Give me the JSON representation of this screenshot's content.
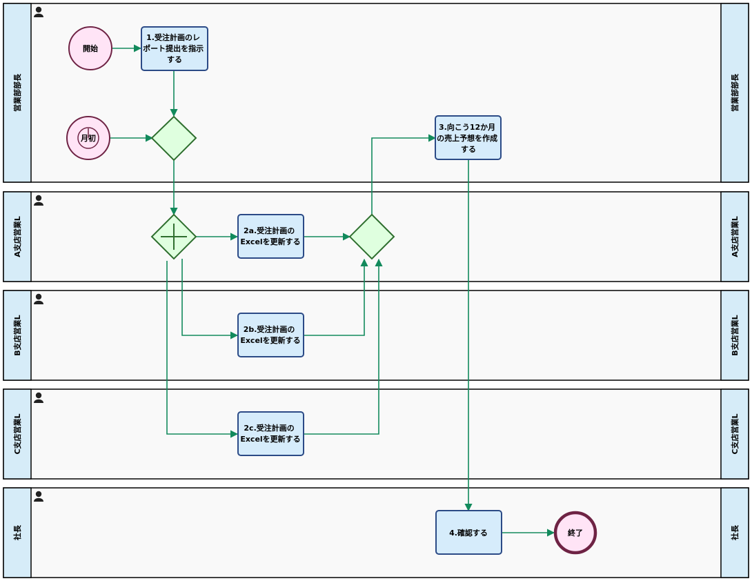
{
  "lanes": [
    {
      "id": "lane0",
      "name": "営業部部長"
    },
    {
      "id": "lane1",
      "name": "A支店営業L"
    },
    {
      "id": "lane2",
      "name": "B支店営業L"
    },
    {
      "id": "lane3",
      "name": "C支店営業L"
    },
    {
      "id": "lane4",
      "name": "社長"
    }
  ],
  "events": {
    "start": "開始",
    "timer": "月初",
    "end": "終了"
  },
  "tasks": {
    "t1": [
      "1.受注計画のレ",
      "ポート提出を指示",
      "する"
    ],
    "t2a": [
      "2a.受注計画の",
      "Excelを更新する"
    ],
    "t2b": [
      "2b.受注計画の",
      "Excelを更新する"
    ],
    "t2c": [
      "2c.受注計画の",
      "Excelを更新する"
    ],
    "t3": [
      "3.向こう12か月",
      "の売上予想を作成",
      "する"
    ],
    "t4": [
      "4.確認する"
    ]
  },
  "colors": {
    "lane_header": "#d6ecf8",
    "lane_body": "#f9f9f9",
    "task_fill": "#d6ecfb",
    "task_stroke": "#2b4a86",
    "gateway_fill": "#dfffdf",
    "gateway_stroke": "#2e6e2e",
    "event_fill": "#ffe4f6",
    "event_stroke": "#6e2344",
    "flow": "#128a5c"
  }
}
